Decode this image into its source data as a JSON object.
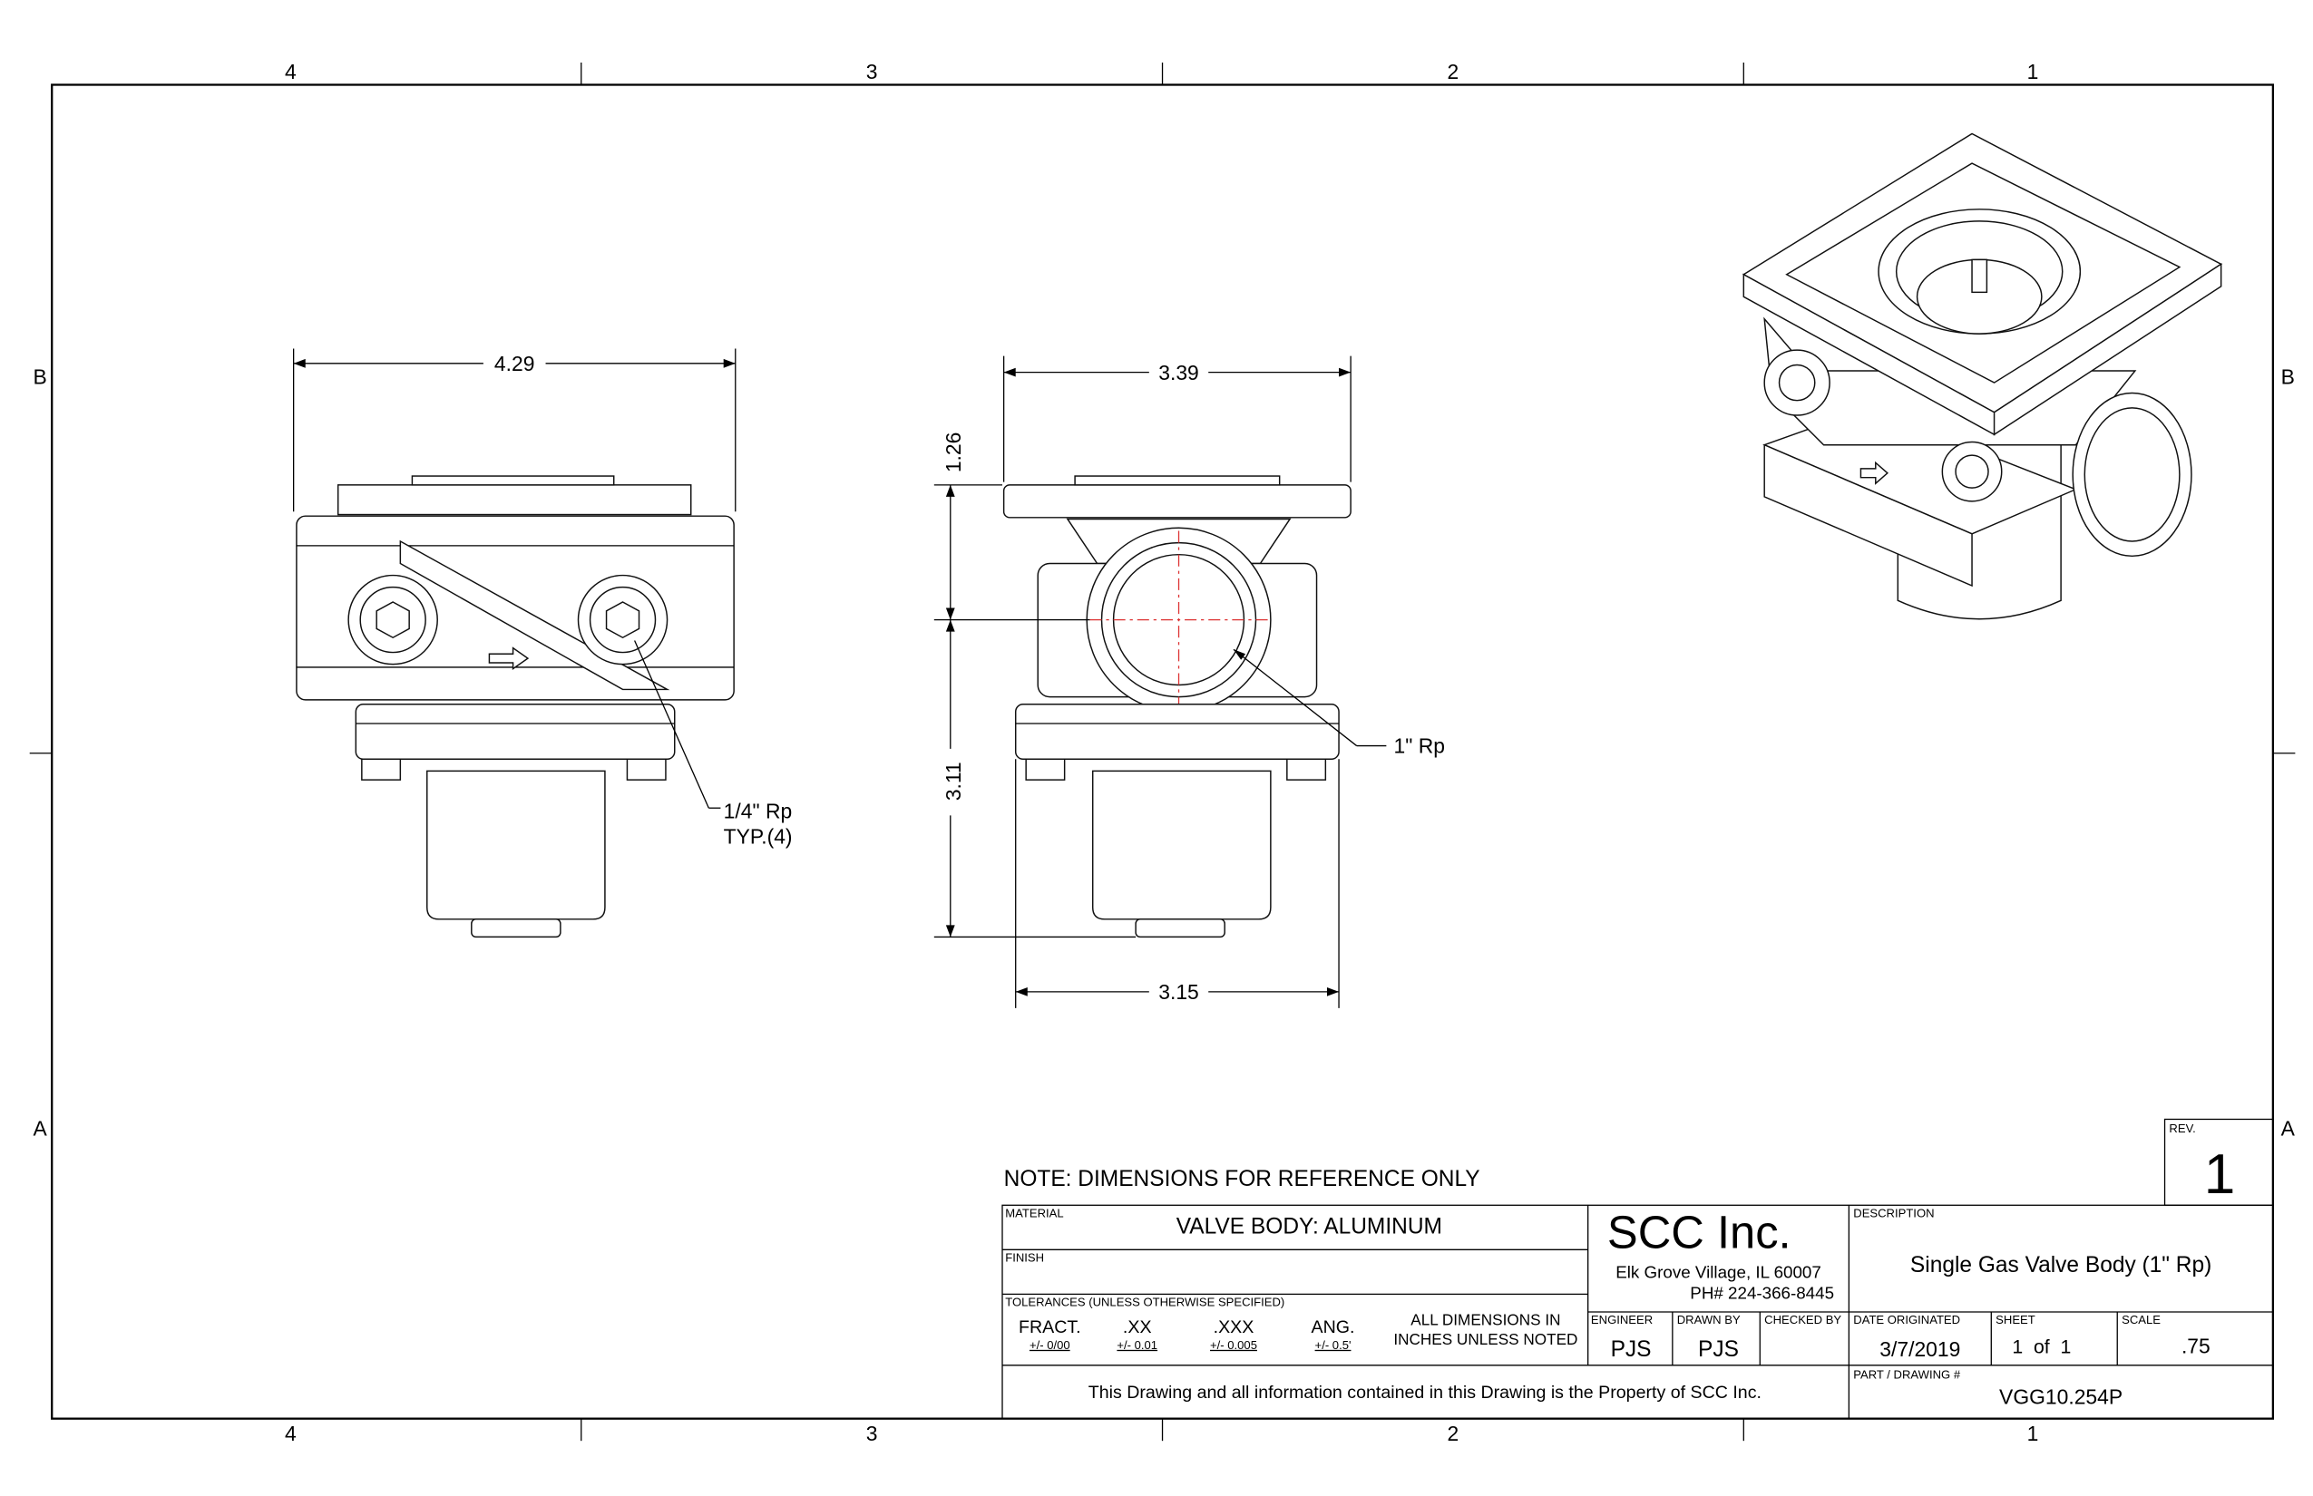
{
  "zones": {
    "columns": [
      "4",
      "3",
      "2",
      "1"
    ],
    "rows": [
      "B",
      "A"
    ]
  },
  "dimensions": {
    "side_width": "4.29",
    "front_width": "3.39",
    "top_height": "1.26",
    "bottom_height": "3.11",
    "base_width": "3.15",
    "port_small": "1/4\" Rp",
    "port_small_qty": "TYP.(4)",
    "port_main": "1\" Rp"
  },
  "note": "NOTE: DIMENSIONS FOR REFERENCE ONLY",
  "title_block": {
    "material_label": "MATERIAL",
    "material": "VALVE BODY: ALUMINUM",
    "finish_label": "FINISH",
    "tolerances_label": "TOLERANCES (UNLESS OTHERWISE SPECIFIED)",
    "tolerances": [
      {
        "name": "FRACT.",
        "value": "+/- 0/00"
      },
      {
        "name": ".XX",
        "value": "+/- 0.01"
      },
      {
        "name": ".XXX",
        "value": "+/- 0.005"
      },
      {
        "name": "ANG.",
        "value": "+/- 0.5'"
      }
    ],
    "units_line1": "ALL DIMENSIONS IN",
    "units_line2": "INCHES UNLESS NOTED",
    "company": "SCC Inc.",
    "address": "Elk Grove Village, IL 60007",
    "phone": "PH# 224-366-8445",
    "description_label": "DESCRIPTION",
    "description": "Single Gas Valve Body (1\" Rp)",
    "engineer_label": "ENGINEER",
    "engineer": "PJS",
    "drawn_by_label": "DRAWN BY",
    "drawn_by": "PJS",
    "checked_by_label": "CHECKED BY",
    "date_label": "DATE ORIGINATED",
    "date": "3/7/2019",
    "sheet_label": "SHEET",
    "sheet": "1  of  1",
    "scale_label": "SCALE",
    "scale": ".75",
    "rev_label": "REV.",
    "rev": "1",
    "part_label": "PART / DRAWING #",
    "part_number": "VGG10.254P",
    "property_notice": "This Drawing and all information contained in this Drawing is the Property of SCC Inc."
  }
}
